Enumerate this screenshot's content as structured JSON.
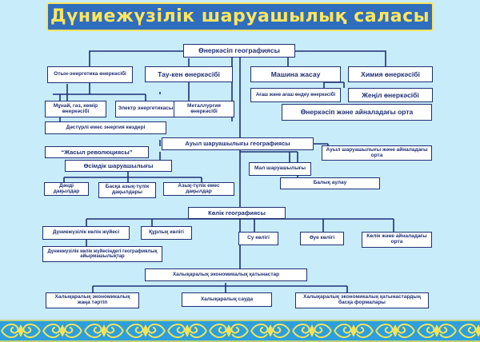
{
  "title": "Дүниежүзілік шаруашылық саласы",
  "industry": {
    "root": "Өнеркәсіп географиясы",
    "fuel_energy": "Отын-энергетика өнеркәсібі",
    "mining": "Тау-кен өнеркәсібі",
    "machine": "Машина жасау",
    "chemical": "Химия өнеркәсібі",
    "wood": "Ағаш және ағаш өндеу өнеркәсібі",
    "light": "Жеңіл өнеркәсібі",
    "environment": "Өнеркәсіп және айналадағы орта",
    "oil_gas_coal": "Мұнай, газ, көмір өнеркәсібі",
    "electric": "Электр энергетикасы",
    "metallurgy": "Металлургия өнеркәсібі",
    "nontraditional": "Дәстүрлі емес энергия көздері"
  },
  "agriculture": {
    "root": "Ауыл шаруашылығы географиясы",
    "green_revolution": "“Жасыл революциясы”",
    "crops": "Өсімдік шаруашылығы",
    "env": "Ауыл шаруашылығы және айналадағы орта",
    "livestock": "Мал шаруашылығы",
    "fishing": "Балық аулау",
    "grain": "Дәнді дақылдар",
    "other_food": "Басқа азық-түлік дақылдары",
    "nonfood": "Азық-түлік емес дақылдар"
  },
  "transport": {
    "root": "Көлік географиясы",
    "world_system": "Дүниежүзілік көлік жүйесі",
    "land": "Құрлық көлігі",
    "water": "Су көлігі",
    "air": "Әуе көлігі",
    "env": "Көлік және айналадағы орта",
    "geo_division": "Дүниежүзілік көлік жүйесіндегі географиялық айырмашылықтар"
  },
  "economic": {
    "root": "Халықаралық экономикалық қатынастар",
    "new_order": "Халықаралық экономикалық жаңа тәртіп",
    "trade": "Халықаралық сауда",
    "other_forms": "Халықаралық экономикалық қатынастардың басқа формалары"
  },
  "colors": {
    "background": "#c9ecfa",
    "title_bar": "#2f6dbf",
    "title_text": "#ffe65c",
    "box_border": "#1e2f74",
    "connector": "#1e2f74",
    "ornament_bg": "#2d9fdc",
    "ornament_pattern": "#f2e35a"
  }
}
